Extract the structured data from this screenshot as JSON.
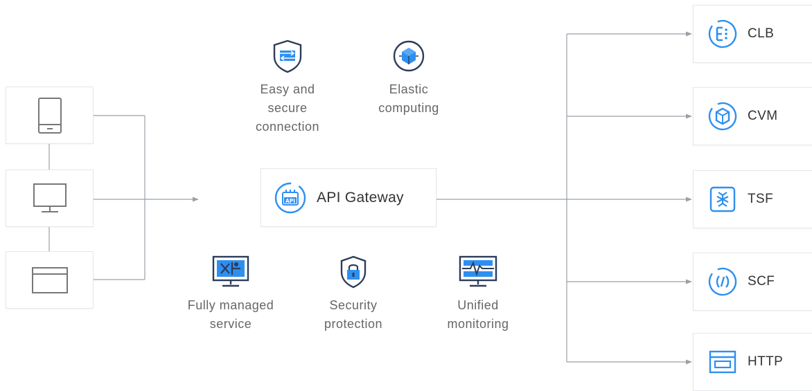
{
  "gateway": {
    "label": "API Gateway"
  },
  "features_top": [
    {
      "label": "Easy and\nsecure\nconnection",
      "icon": "swap-arrows-shield-icon"
    },
    {
      "label": "Elastic\ncomputing",
      "icon": "elastic-cube-icon"
    }
  ],
  "features_bottom": [
    {
      "label": "Fully managed\nservice",
      "icon": "managed-monitor-icon"
    },
    {
      "label": "Security\nprotection",
      "icon": "lock-shield-icon"
    },
    {
      "label": "Unified\nmonitoring",
      "icon": "waveform-monitor-icon"
    }
  ],
  "clients": [
    {
      "icon": "tablet-icon"
    },
    {
      "icon": "desktop-monitor-icon"
    },
    {
      "icon": "browser-window-icon"
    }
  ],
  "backends": [
    {
      "label": "CLB",
      "icon": "clb-icon"
    },
    {
      "label": "CVM",
      "icon": "cvm-icon"
    },
    {
      "label": "TSF",
      "icon": "tsf-icon"
    },
    {
      "label": "SCF",
      "icon": "scf-icon"
    },
    {
      "label": "HTTP",
      "icon": "http-icon"
    }
  ],
  "colors": {
    "accent": "#2e8ff0",
    "navy": "#2d3c5a",
    "line": "#9aa0a6",
    "gray_icon": "#777777"
  }
}
